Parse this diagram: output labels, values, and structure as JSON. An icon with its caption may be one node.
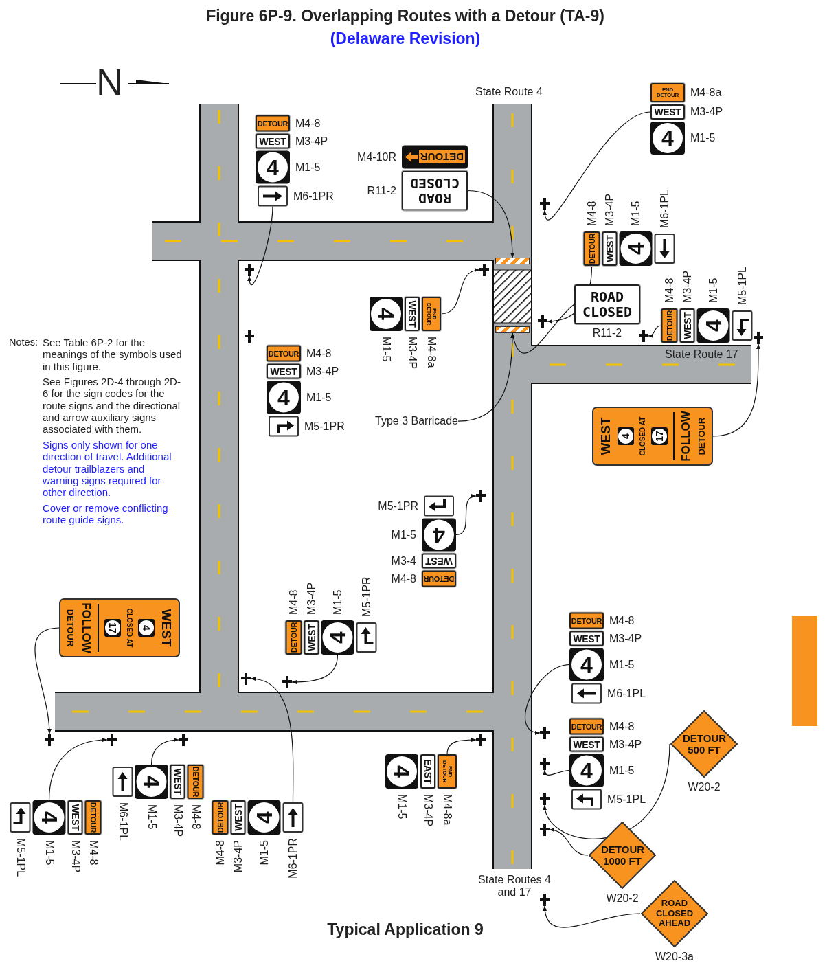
{
  "diagram": {
    "title": "Figure 6P-9. Overlapping Routes with a Detour (TA-9)",
    "caption": "Typical Application 9",
    "nodes": [
      {
        "text": [
          "DETOUR"
        ],
        "beside": [
          "M4-8"
        ]
      },
      {
        "text": [
          "WEST"
        ],
        "beside": [
          "M3-4P"
        ]
      },
      {
        "text": [
          "4"
        ],
        "beside": [
          "M1-5"
        ]
      },
      {
        "text": [],
        "shape": "arrow",
        "beside": [
          "M6-1PR"
        ]
      },
      {
        "text": [
          "DETOUR"
        ],
        "beside": [
          "M4-10R"
        ]
      },
      {
        "text": [
          "ROAD CLOSED"
        ],
        "beside": [
          "R11-2"
        ]
      },
      {
        "text": [
          "END DETOUR"
        ],
        "beside": [
          "M4-8a"
        ]
      },
      {
        "text": [
          "WEST"
        ],
        "beside": [
          "M3-4P"
        ]
      },
      {
        "text": [
          "4"
        ],
        "beside": [
          "M1-5"
        ]
      },
      {
        "text": [
          "DETOUR"
        ],
        "beside": [
          "M4-8"
        ]
      },
      {
        "text": [
          "WEST"
        ],
        "beside": [
          "M3-4P"
        ]
      },
      {
        "text": [
          "4"
        ],
        "beside": [
          "M1-5"
        ]
      },
      {
        "text": [],
        "shape": "arrow",
        "beside": [
          "M6-1PL"
        ]
      },
      {
        "text": [],
        "shape": "bar"
      },
      {
        "text": [
          "ROAD CLOSED"
        ],
        "beside": [
          "R11-2"
        ]
      },
      {
        "text": [
          "DETOUR"
        ],
        "beside": [
          "M4-8"
        ]
      },
      {
        "text": [
          "WEST"
        ],
        "beside": [
          "M3-4P"
        ]
      },
      {
        "text": [
          "4"
        ],
        "beside": [
          "M1-5"
        ]
      },
      {
        "text": [],
        "shape": "arrow",
        "beside": [
          "M5-1PL"
        ]
      },
      {
        "text": [
          "END DETOUR"
        ],
        "beside": [
          "M4-8a"
        ]
      },
      {
        "text": [
          "WEST"
        ],
        "beside": [
          "M3-4P"
        ]
      },
      {
        "text": [
          "4"
        ],
        "beside": [
          "M1-5"
        ]
      },
      {
        "text": [],
        "shape": "bar"
      },
      {
        "text": [
          "DETOUR"
        ],
        "beside": [
          "M4-8"
        ]
      },
      {
        "text": [
          "WEST"
        ],
        "beside": [
          "M3-4P"
        ]
      },
      {
        "text": [
          "4"
        ],
        "beside": [
          "M1-5"
        ]
      },
      {
        "text": [],
        "shape": "arrow",
        "beside": [
          "M5-1PR"
        ]
      },
      {
        "text": [
          "Type 3 Barricade"
        ]
      },
      {
        "text": [
          "WEST",
          "4",
          "CLOSED AT",
          "17",
          "FOLLOW",
          "DETOUR"
        ]
      },
      {
        "text": [],
        "shape": "arrow",
        "beside": [
          "M5-1PR"
        ]
      },
      {
        "text": [
          "4"
        ],
        "beside": [
          "M1-5"
        ]
      },
      {
        "text": [
          "WEST"
        ],
        "beside": [
          "M3-4"
        ]
      },
      {
        "text": [
          "DETOUR"
        ],
        "beside": [
          "M4-8"
        ]
      },
      {
        "text": [
          "DETOUR"
        ],
        "beside": [
          "M4-8"
        ]
      },
      {
        "text": [
          "WEST"
        ],
        "beside": [
          "M3-4P"
        ]
      },
      {
        "text": [
          "4"
        ],
        "beside": [
          "M1-5"
        ]
      },
      {
        "text": [],
        "shape": "arrow",
        "beside": [
          "M5-1PR"
        ]
      },
      {
        "text": [
          "WEST",
          "4",
          "CLOSED AT",
          "17",
          "FOLLOW",
          "DETOUR"
        ]
      },
      {
        "text": [
          "DETOUR"
        ],
        "beside": [
          "M4-8"
        ]
      },
      {
        "text": [
          "WEST"
        ],
        "beside": [
          "M3-4P"
        ]
      },
      {
        "text": [
          "4"
        ],
        "beside": [
          "M1-5"
        ]
      },
      {
        "text": [],
        "shape": "arrow",
        "beside": [
          "M6-1PL"
        ]
      },
      {
        "text": [
          "DETOUR"
        ],
        "beside": [
          "M4-8"
        ]
      },
      {
        "text": [
          "WEST"
        ],
        "beside": [
          "M3-4P"
        ]
      },
      {
        "text": [
          "4"
        ],
        "beside": [
          "M1-5"
        ]
      },
      {
        "text": [],
        "shape": "arrow",
        "beside": [
          "M5-1PL"
        ]
      },
      {
        "text": [
          "DETOUR 500 FT"
        ],
        "beside": [
          "W20-2"
        ]
      },
      {
        "text": [
          "DETOUR"
        ],
        "beside": [
          "M4-8"
        ]
      },
      {
        "text": [
          "WEST"
        ],
        "beside": [
          "M3-4P"
        ]
      },
      {
        "text": [
          "4"
        ],
        "beside": [
          "M1-5"
        ]
      },
      {
        "text": [],
        "shape": "arrow",
        "beside": [
          "M5-1PL"
        ]
      },
      {
        "text": [
          "DETOUR"
        ],
        "beside": [
          "M4-8"
        ]
      },
      {
        "text": [
          "WEST"
        ],
        "beside": [
          "M3-4P"
        ]
      },
      {
        "text": [
          "4"
        ],
        "beside": [
          "M1-5"
        ]
      },
      {
        "text": [],
        "shape": "arrow",
        "beside": [
          "M6-1PL"
        ]
      },
      {
        "text": [
          "DETOUR"
        ],
        "beside": [
          "M4-8"
        ]
      },
      {
        "text": [
          "WEST"
        ],
        "beside": [
          "M3-4P"
        ]
      },
      {
        "text": [
          "4"
        ],
        "beside": [
          "M1-5"
        ]
      },
      {
        "text": [],
        "shape": "arrow",
        "beside": [
          "M6-1PR"
        ]
      },
      {
        "text": [
          "END DETOUR"
        ],
        "beside": [
          "M4-8a"
        ]
      },
      {
        "text": [
          "EAST"
        ],
        "beside": [
          "M3-4P"
        ]
      },
      {
        "text": [
          "4"
        ],
        "beside": [
          "M1-5"
        ]
      },
      {
        "text": [
          "DETOUR 1000 FT"
        ],
        "beside": [
          "W20-2"
        ]
      },
      {
        "text": [
          "ROAD CLOSED AHEAD"
        ],
        "beside": [
          "W20-3a"
        ]
      },
      {
        "text": [],
        "shape": "cross"
      },
      {
        "text": [],
        "shape": "cross"
      },
      {
        "text": [],
        "shape": "cross"
      },
      {
        "text": [],
        "shape": "cross"
      },
      {
        "text": [],
        "shape": "cross"
      },
      {
        "text": [],
        "shape": "cross"
      },
      {
        "text": [],
        "shape": "cross"
      },
      {
        "text": [],
        "shape": "cross"
      },
      {
        "text": [],
        "shape": "cross"
      },
      {
        "text": [],
        "shape": "cross"
      },
      {
        "text": [],
        "shape": "cross"
      },
      {
        "text": [],
        "shape": "cross"
      },
      {
        "text": [],
        "shape": "cross"
      },
      {
        "text": [],
        "shape": "cross"
      },
      {
        "text": [],
        "shape": "cross"
      },
      {
        "text": [],
        "shape": "cross"
      },
      {
        "text": [],
        "shape": "cross"
      },
      {
        "text": [],
        "shape": "cross"
      },
      {
        "text": [],
        "shape": "cross"
      }
    ],
    "edges": [
      {
        "from": 3,
        "to": 65,
        "arrow": "to"
      },
      {
        "from": 5,
        "to": 13,
        "arrow": "to"
      },
      {
        "from": 7,
        "to": 64,
        "arrow": "to"
      },
      {
        "from": 9,
        "to": 67,
        "arrow": "to"
      },
      {
        "from": 14,
        "to": 22,
        "arrow": "to"
      },
      {
        "from": 15,
        "to": 68,
        "arrow": "to"
      },
      {
        "from": 19,
        "to": 66,
        "arrow": "to"
      },
      {
        "from": 27,
        "to": 22,
        "arrow": "to"
      },
      {
        "from": 28,
        "to": 69,
        "arrow": "to"
      },
      {
        "from": 30,
        "to": 71,
        "arrow": "to"
      },
      {
        "from": 35,
        "to": 73,
        "arrow": "to"
      },
      {
        "from": 37,
        "to": 74,
        "arrow": "to"
      },
      {
        "from": 49,
        "to": 75,
        "arrow": "to"
      },
      {
        "from": 53,
        "to": 76,
        "arrow": "to"
      },
      {
        "from": 58,
        "to": 72,
        "arrow": "to"
      },
      {
        "from": 59,
        "to": 77,
        "arrow": "to"
      },
      {
        "from": 40,
        "to": 78,
        "arrow": "to"
      },
      {
        "from": 44,
        "to": 79,
        "arrow": "to"
      },
      {
        "from": 46,
        "to": 80,
        "arrow": "to"
      },
      {
        "from": 62,
        "to": 81,
        "arrow": "to"
      },
      {
        "from": 63,
        "to": 82,
        "arrow": "to"
      }
    ],
    "labels": [
      "(Delaware Revision)",
      "N",
      "State Route 4",
      "Notes:",
      "See Table 6P-2 for the meanings of the symbols used in this figure.",
      "See Figures 2D-4 through 2D-6 for the sign codes for the route signs and the directional and arrow auxiliary signs associated with them.",
      "Signs only shown for one direction of travel. Additional detour trailblazers and warning signs required for other direction.",
      "Cover or remove conflicting route guide signs.",
      "State Route 17",
      "State Routes 4 and 17"
    ]
  }
}
